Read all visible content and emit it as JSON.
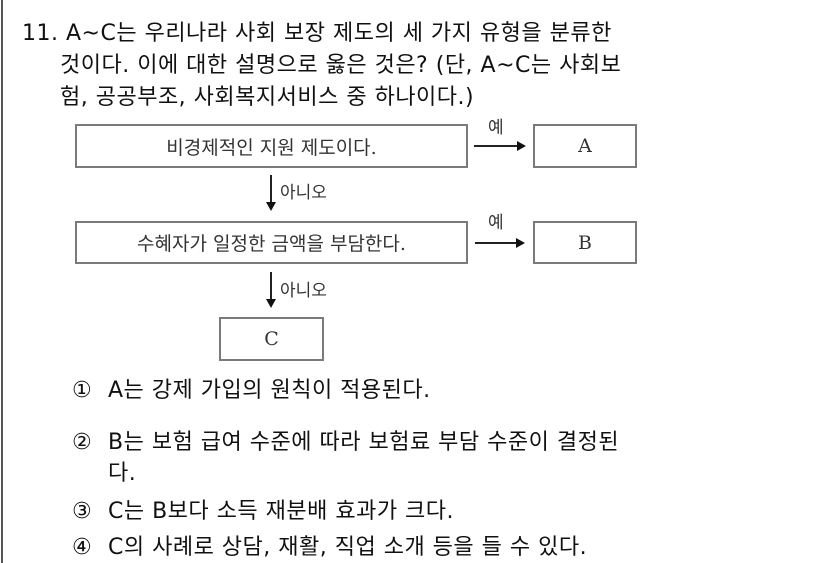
{
  "question": {
    "number": "11.",
    "lines": [
      "A~C는 우리나라 사회 보장 제도의 세 가지 유형을 분류한",
      "것이다. 이에 대한 설명으로 옳은 것은? (단, A~C는 사회보",
      "험, 공공부조, 사회복지서비스 중 하나이다.)"
    ]
  },
  "flowchart": {
    "decision1": "비경제적인 지원 제도이다.",
    "decision2": "수혜자가 일정한 금액을 부담한다.",
    "yes_label": "예",
    "no_label": "아니오",
    "result_a": "A",
    "result_b": "B",
    "result_c": "C"
  },
  "choices": [
    {
      "num": "①",
      "text": "A는 강제 가입의 원칙이 적용된다."
    },
    {
      "num": "②",
      "text": "B는 보험 급여 수준에 따라 보험료 부담 수준이 결정된",
      "cont": "다."
    },
    {
      "num": "③",
      "text": "C는 B보다 소득 재분배 효과가 크다."
    },
    {
      "num": "④",
      "text": "C의 사례로 상담, 재활, 직업 소개 등을 들 수 있다."
    }
  ]
}
